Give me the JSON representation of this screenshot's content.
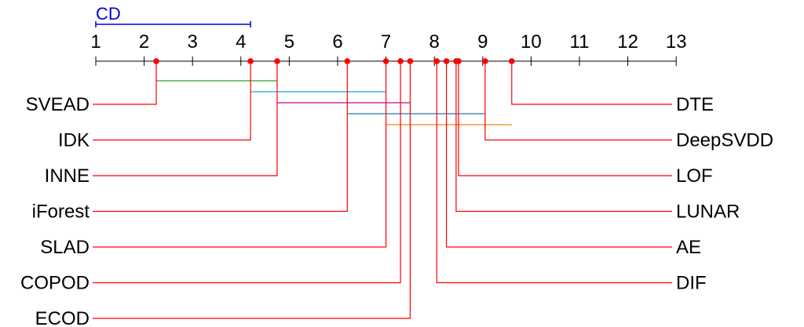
{
  "chart_data": {
    "type": "critical-difference",
    "axis": {
      "min": 1,
      "max": 13,
      "ticks": [
        1,
        2,
        3,
        4,
        5,
        6,
        7,
        8,
        9,
        10,
        11,
        12,
        13
      ]
    },
    "cd": {
      "label": "CD",
      "value": 3.2,
      "color": "#0000dd"
    },
    "marker_color": "#ff0000",
    "line_color": "#ff0000",
    "left_methods": [
      {
        "name": "SVEAD",
        "rank": 2.25
      },
      {
        "name": "IDK",
        "rank": 4.2
      },
      {
        "name": "INNE",
        "rank": 4.75
      },
      {
        "name": "iForest",
        "rank": 6.2
      },
      {
        "name": "SLAD",
        "rank": 7.0
      },
      {
        "name": "COPOD",
        "rank": 7.3
      },
      {
        "name": "ECOD",
        "rank": 7.5
      }
    ],
    "right_methods": [
      {
        "name": "DTE",
        "rank": 9.6
      },
      {
        "name": "DeepSVDD",
        "rank": 9.05
      },
      {
        "name": "LOF",
        "rank": 8.5
      },
      {
        "name": "LUNAR",
        "rank": 8.45
      },
      {
        "name": "AE",
        "rank": 8.25
      },
      {
        "name": "DIF",
        "rank": 8.05
      }
    ],
    "cliques": [
      {
        "from": 2.25,
        "to": 4.75,
        "color": "#2ca02c"
      },
      {
        "from": 4.2,
        "to": 7.0,
        "color": "#1f9fdf"
      },
      {
        "from": 4.75,
        "to": 7.5,
        "color": "#cc0099"
      },
      {
        "from": 6.2,
        "to": 9.05,
        "color": "#1f77b4"
      },
      {
        "from": 7.0,
        "to": 9.6,
        "color": "#ff7f0e"
      }
    ]
  }
}
